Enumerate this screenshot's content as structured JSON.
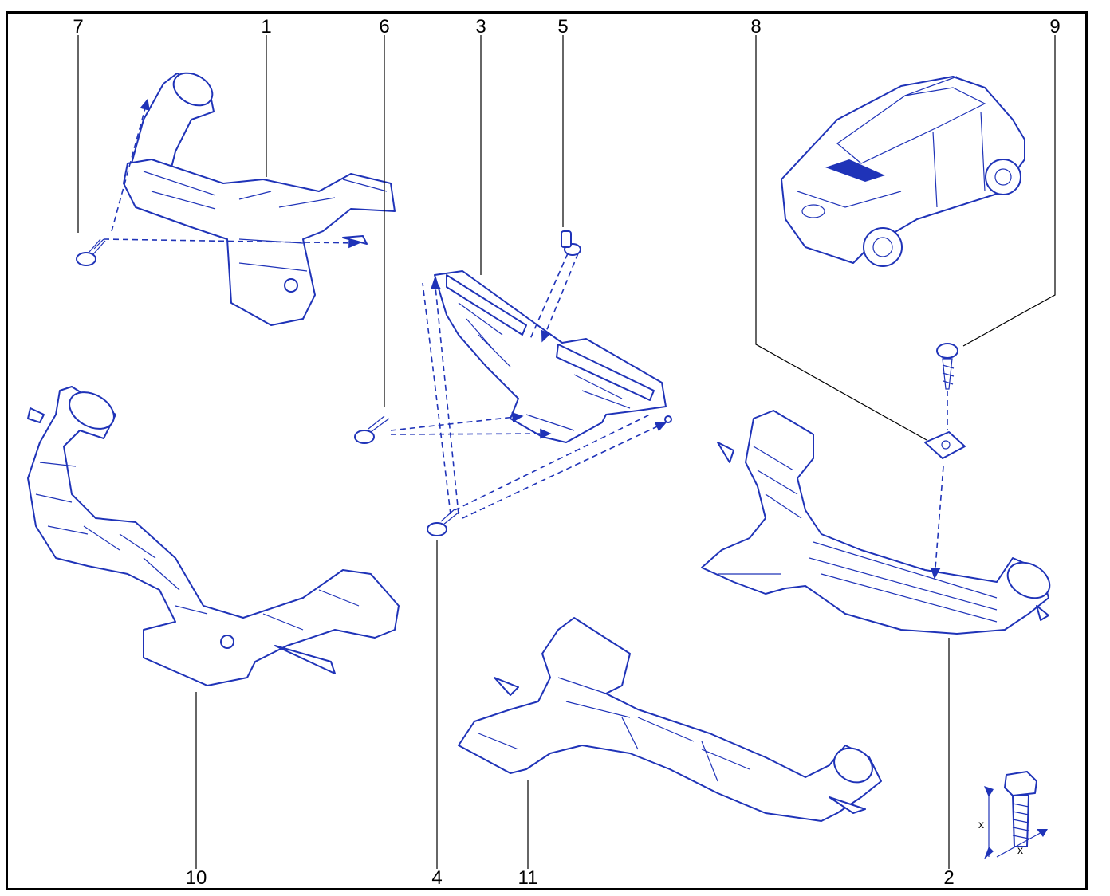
{
  "callouts": {
    "c1": "1",
    "c2": "2",
    "c3": "3",
    "c4": "4",
    "c5": "5",
    "c6": "6",
    "c7": "7",
    "c8": "8",
    "c9": "9",
    "c10": "10",
    "c11": "11"
  },
  "torque_symbol": {
    "x1": "x",
    "x2": "x"
  },
  "colors": {
    "line": "#1f33b8",
    "fill": "#ffffff",
    "accent": "#2236c4",
    "leader": "#000000"
  },
  "parts": [
    "air-duct-1",
    "air-duct-2",
    "center-vent-3",
    "screw-4",
    "clip-5",
    "screw-6",
    "screw-7",
    "nut-clip-8",
    "screw-9",
    "air-duct-10",
    "air-duct-11"
  ]
}
